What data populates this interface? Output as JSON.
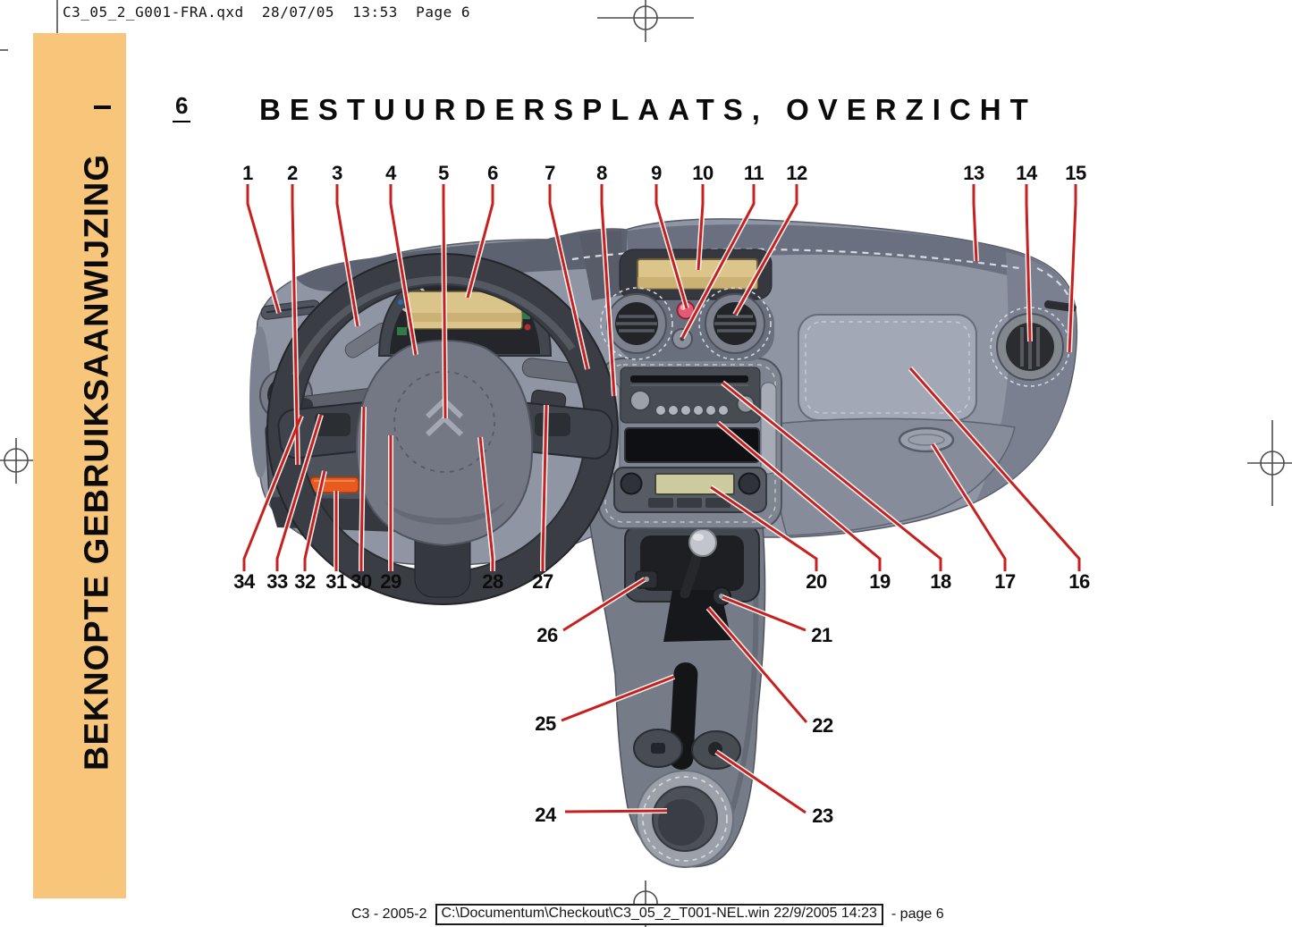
{
  "page": {
    "print_header": "C3_05_2_G001-FRA.qxd  28/07/05  13:53  Page 6",
    "footer_model": "C3 - 2005-2",
    "footer_path": "C:\\Documentum\\Checkout\\C3_05_2_T001-NEL.win 22/9/2005 14:23",
    "footer_page": "- page 6"
  },
  "sidebar": {
    "section_marker": "I",
    "title": "BEKNOPTE GEBRUIKSAANWIJZING",
    "background_color": "#F8C67A"
  },
  "header": {
    "page_number": "6",
    "title": "BESTUURDERSPLAATS, OVERZICHT"
  },
  "diagram": {
    "subject": "Citroën C3 dashboard overview with numbered callouts",
    "leader_line_color": "#C8201E",
    "callouts": [
      "1",
      "2",
      "3",
      "4",
      "5",
      "6",
      "7",
      "8",
      "9",
      "10",
      "11",
      "12",
      "13",
      "14",
      "15",
      "34",
      "33",
      "32",
      "31",
      "30",
      "29",
      "28",
      "27",
      "20",
      "19",
      "18",
      "17",
      "16",
      "26",
      "25",
      "24",
      "21",
      "22",
      "23"
    ]
  }
}
